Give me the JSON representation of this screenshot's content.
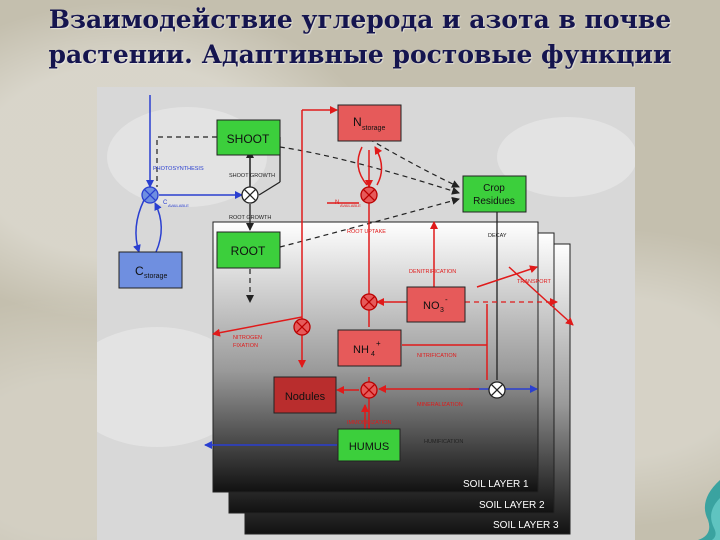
{
  "title": {
    "line1": "Взаимодействие углерода и азота в почве",
    "line2": "растении. Адаптивные ростовые функции"
  },
  "colors": {
    "title": "#15154f",
    "shoot_root_box": "#3ccf3c",
    "red_box": "#b92d2d",
    "blue_box": "#6f8fe0",
    "carbon_flow": "#2a3fd0",
    "nitrogen_flow": "#e01a1a",
    "background": "#c4bfae"
  },
  "diagram": {
    "boxes": {
      "shoot": "SHOOT",
      "root": "ROOT",
      "c_storage_main": "C",
      "c_storage_sub": "storage",
      "n_storage_main": "N",
      "n_storage_sub": "storage",
      "crop_residues_line1": "Crop",
      "crop_residues_line2": "Residues",
      "no3_main": "NO",
      "no3_sub": "3",
      "no3_sup": "-",
      "nh4_main": "NH",
      "nh4_sub": "4",
      "nh4_sup": "+",
      "nodules": "Nodules",
      "humus": "HUMUS"
    },
    "labels": {
      "photosynthesis": "PHOTOSYNTHESIS",
      "shoot_growth": "SHOOT GROWTH",
      "root_growth": "ROOT GROWTH",
      "c_available_main": "C",
      "c_available_sub": "AVAILABLE",
      "n_available_main": "N",
      "n_available_sub": "AVAILABLE",
      "root_uptake": "ROOT UPTAKE",
      "decay": "DECAY",
      "denitrification": "DENITRIFICATION",
      "transport": "TRANSPORT",
      "nitrogen_fixation_line1": "NITROGEN",
      "nitrogen_fixation_line2": "FIXATION",
      "nitrification": "NITRIFICATION",
      "mineralization": "MINERALIZATION",
      "immobilization": "IMMOBILIZATION",
      "humification": "HUMIFICATION"
    },
    "soil_layers": [
      "SOIL LAYER 1",
      "SOIL LAYER 2",
      "SOIL LAYER 3"
    ]
  }
}
